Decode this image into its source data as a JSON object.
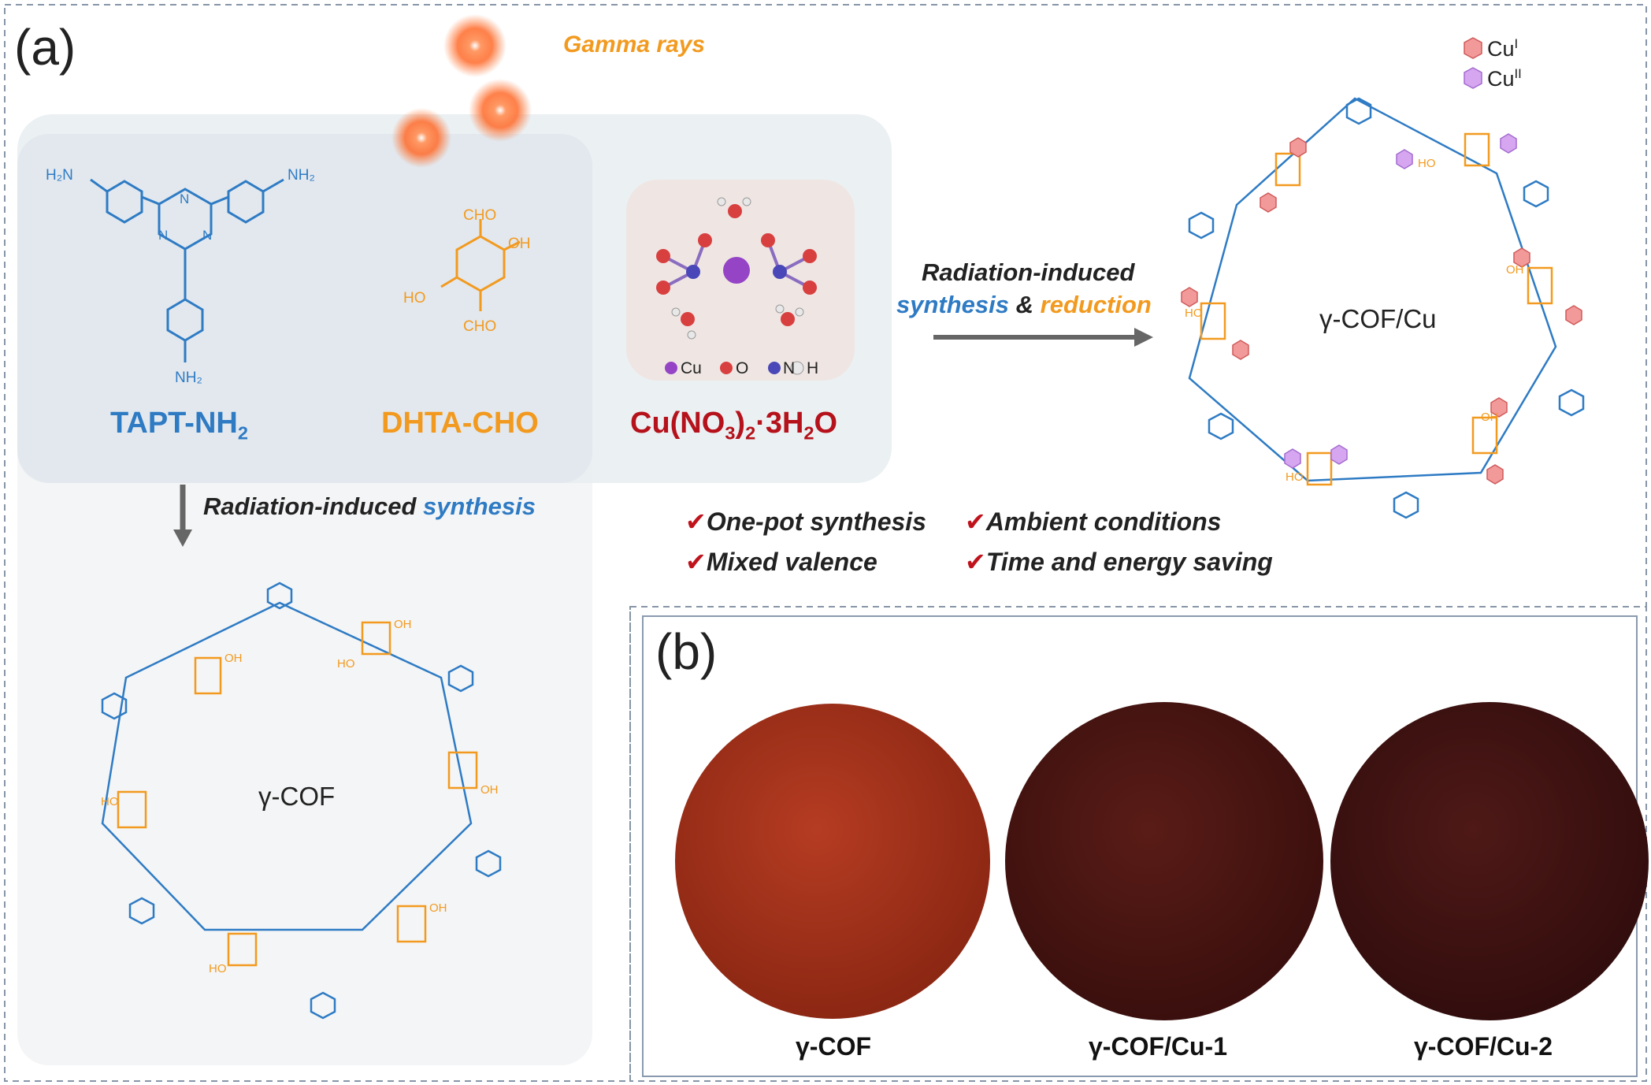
{
  "panel_a": {
    "label": "(a)",
    "gamma_label": "Gamma rays",
    "monomer1": {
      "name": "TAPT-NH",
      "sub": "2",
      "group": "H₂N",
      "group_right": "NH₂",
      "group_bottom": "NH₂"
    },
    "monomer2": {
      "name": "DHTA-CHO",
      "cho": "CHO",
      "oh": "OH",
      "ho": "HO"
    },
    "salt": {
      "name_a": "Cu(NO",
      "sub_a": "3",
      "name_b": ")",
      "sub_b": "2",
      "name_c": "·3H",
      "sub_c": "2",
      "name_d": "O"
    },
    "atom_legend": {
      "cu": "Cu",
      "o": "O",
      "n": "N",
      "h": "H"
    },
    "arrow_down_label_a": "Radiation-induced ",
    "arrow_down_label_b": "synthesis",
    "arrow_right_line1": "Radiation-induced",
    "arrow_right_line2a": "synthesis",
    "arrow_right_line2b": " & ",
    "arrow_right_line2c": "reduction",
    "cof_label": "γ-COF",
    "cof_cu_label": "γ-COF/Cu",
    "cu_legend": {
      "cu1_base": "Cu",
      "cu1_sup": "I",
      "cu2_base": "Cu",
      "cu2_sup": "II"
    },
    "features": {
      "f1": "One-pot synthesis",
      "f2": "Ambient conditions",
      "f3": "Mixed valence",
      "f4": "Time and energy saving",
      "check": "✔"
    },
    "oh_label": "OH",
    "ho_label": "HO",
    "n_label": "N",
    "colors": {
      "blue": "#2e7bc4",
      "orange": "#f29a1f",
      "red": "#b5121b",
      "cu1": "#f07b7b",
      "cu2": "#c48ee8"
    }
  },
  "panel_b": {
    "label": "(b)",
    "samples": [
      {
        "caption": "γ-COF",
        "color": "#a8331c"
      },
      {
        "caption": "γ-COF/Cu-1",
        "color": "#4a1512"
      },
      {
        "caption": "γ-COF/Cu-2",
        "color": "#3e1212"
      }
    ]
  }
}
